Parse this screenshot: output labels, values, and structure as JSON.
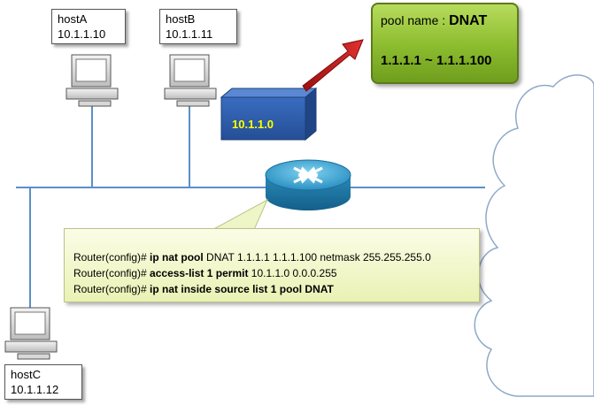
{
  "hosts": [
    {
      "name": "hostA",
      "ip": "10.1.1.10"
    },
    {
      "name": "hostB",
      "ip": "10.1.1.11"
    },
    {
      "name": "hostC",
      "ip": "10.1.1.12"
    }
  ],
  "pool": {
    "label": "pool name : ",
    "name": "DNAT",
    "range": "1.1.1.1 ~ 1.1.1.100",
    "color": "#8bbb2e"
  },
  "network": {
    "address": "10.1.1.0",
    "color": "#2f5fa7"
  },
  "config": [
    {
      "prompt": "Router(config)#",
      "command": " ip nat pool",
      "args": " DNAT 1.1.1.1  1.1.1.100 netmask 255.255.255.0"
    },
    {
      "prompt": "Router(config)#",
      "command": " access-list 1 permit",
      "args": "  10.1.1.0 0.0.0.255"
    },
    {
      "prompt": "Router(config)#",
      "command": " ip nat inside source list 1 pool DNAT",
      "args": ""
    }
  ],
  "icons": [
    "pc-icon",
    "router-icon",
    "cloud-icon",
    "arrow-icon",
    "network-box"
  ]
}
